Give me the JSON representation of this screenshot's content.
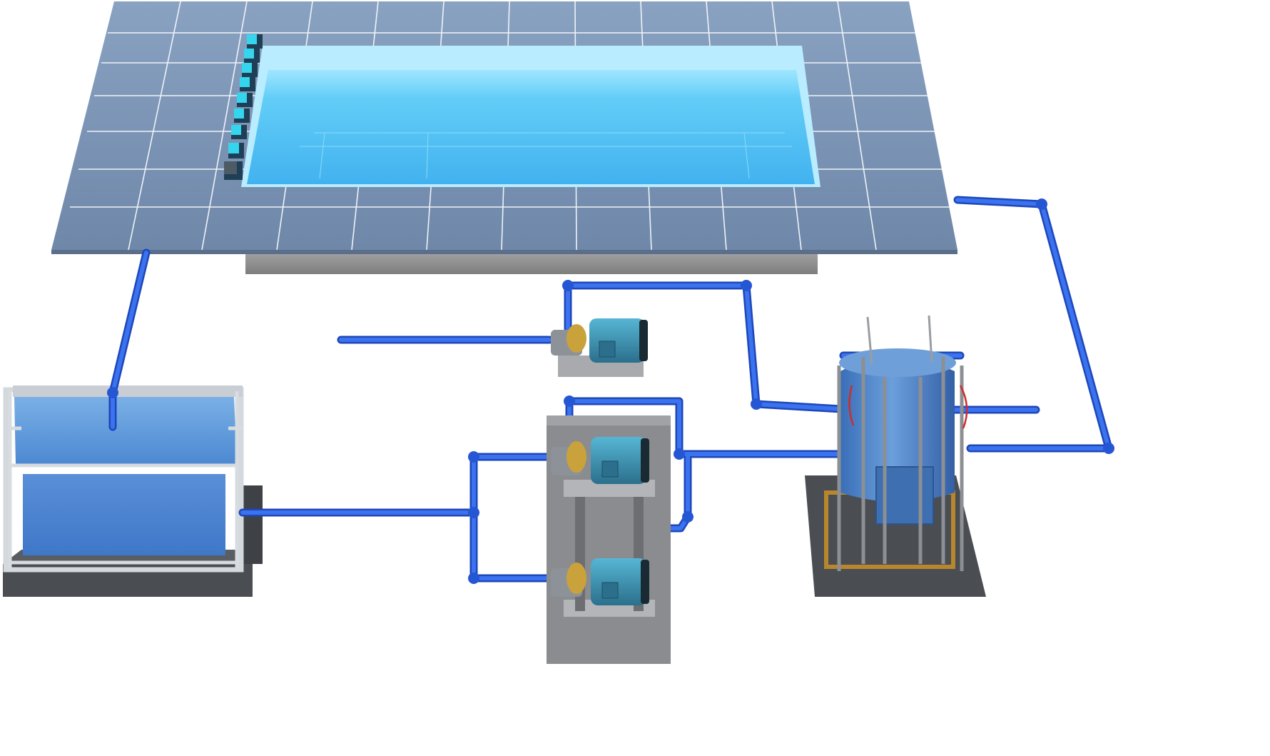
{
  "scene": {
    "pool": {
      "water_color": "#5cc8f5",
      "deck_color": "#7f97b8",
      "grout_color": "#eef3f8",
      "skimmer_count": 9
    },
    "balance_tank": {
      "water_color": "#4a86d0",
      "frame_color": "#cfd5da"
    },
    "pumps": [
      {
        "id": "pump-1",
        "motor_color": "#3a8aa8"
      },
      {
        "id": "pump-2",
        "motor_color": "#3a8aa8"
      },
      {
        "id": "pump-3",
        "motor_color": "#3a8aa8"
      }
    ],
    "filter_tank": {
      "body_color": "#4f86c6"
    },
    "pipe_color": "#2f63e0"
  }
}
